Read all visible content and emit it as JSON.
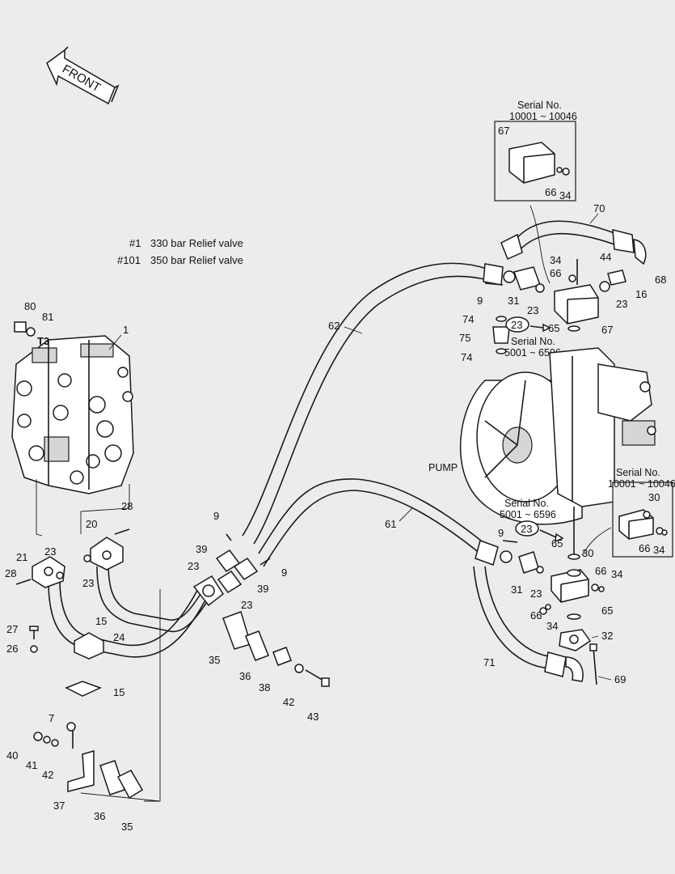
{
  "direction": {
    "front_label": "FRONT"
  },
  "legend": [
    {
      "code": "#1",
      "text": "330 bar Relief valve"
    },
    {
      "code": "#101",
      "text": "350 bar Relief valve"
    }
  ],
  "labels": {
    "pump": "PUMP",
    "t3": "T3",
    "serial_title": "Serial No."
  },
  "serial_ranges": {
    "top_inset": "10001 ~ 10046",
    "upper_pump": "5001 ~ 6596",
    "right_inset": "10001 ~ 10046",
    "lower_pump": "5001 ~ 6596"
  },
  "callouts": {
    "p1": "1",
    "p7": "7",
    "p9a": "9",
    "p9b": "9",
    "p9c": "9",
    "p9d": "9",
    "p15a": "15",
    "p15b": "15",
    "p16": "16",
    "p20": "20",
    "p21": "21",
    "p23a": "23",
    "p23b": "23",
    "p23c": "23",
    "p23d": "23",
    "p23e": "23",
    "p23f": "23",
    "p23g": "23",
    "p23h": "23",
    "p23i": "23",
    "p24": "24",
    "p26": "26",
    "p27": "27",
    "p28a": "28",
    "p28b": "28",
    "p30a": "30",
    "p30b": "30",
    "p31a": "31",
    "p31b": "31",
    "p32": "32",
    "p34a": "34",
    "p34b": "34",
    "p34c": "34",
    "p34d": "34",
    "p34e": "34",
    "p35a": "35",
    "p35b": "35",
    "p36a": "36",
    "p36b": "36",
    "p37": "37",
    "p38": "38",
    "p39a": "39",
    "p39b": "39",
    "p40": "40",
    "p41": "41",
    "p42a": "42",
    "p42b": "42",
    "p43": "43",
    "p44": "44",
    "p61": "61",
    "p62": "62",
    "p65a": "65",
    "p65b": "65",
    "p65c": "65",
    "p66a": "66",
    "p66b": "66",
    "p66c": "66",
    "p66d": "66",
    "p66e": "66",
    "p67a": "67",
    "p67b": "67",
    "p68": "68",
    "p69": "69",
    "p70": "70",
    "p71": "71",
    "p74a": "74",
    "p74b": "74",
    "p75": "75",
    "p80": "80",
    "p81": "81"
  }
}
